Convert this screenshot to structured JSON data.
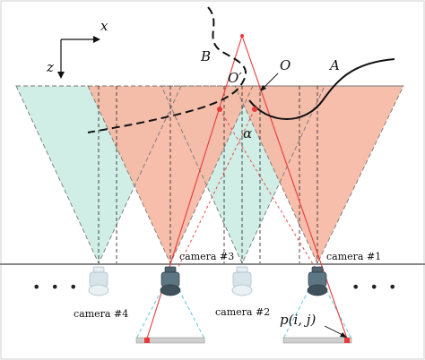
{
  "axes": {
    "x_label": "x",
    "z_label": "z"
  },
  "points": {
    "B": "B",
    "O_prime": "O′",
    "O": "O",
    "A": "A",
    "alpha": "α"
  },
  "cameras": {
    "cam1": "camera #1",
    "cam2": "camera #2",
    "cam3": "camera #3",
    "cam4": "camera #4"
  },
  "ellipsis_left": "• • •",
  "ellipsis_right": "• • •",
  "pixel_label": "p(i, j)",
  "colors": {
    "salmon": "#f7b7a3",
    "cyan": "#c8ebe2",
    "red": "#e8393b",
    "baseline": "#888888"
  }
}
